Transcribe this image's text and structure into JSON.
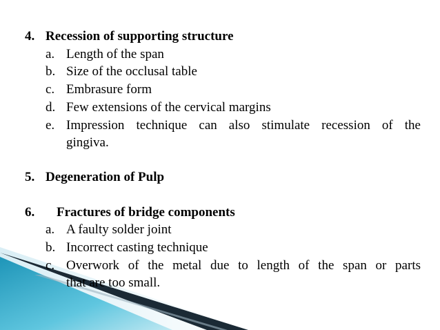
{
  "sections": [
    {
      "number": "4.",
      "heading": "Recession of supporting structure",
      "items": [
        {
          "marker": "a.",
          "text": "Length of the span"
        },
        {
          "marker": "b.",
          "text": "Size of the occlusal table"
        },
        {
          "marker": "c.",
          "text": "Embrasure form"
        },
        {
          "marker": "d.",
          "text": "Few extensions of the cervical margins"
        },
        {
          "marker": "e.",
          "text": "Impression technique can also stimulate recession of the",
          "continuation": "gingiva."
        }
      ]
    },
    {
      "number": "5.",
      "heading": "Degeneration of Pulp",
      "items": []
    },
    {
      "number": "6.",
      "heading": "Fractures of bridge components",
      "items": [
        {
          "marker": "a.",
          "text": "A faulty solder joint"
        },
        {
          "marker": "b.",
          "text": "Incorrect casting technique"
        },
        {
          "marker": "c.",
          "text": "Overwork of the metal due to length of the span or parts",
          "continuation": "that are too small."
        }
      ]
    }
  ],
  "colors": {
    "text": "#000000",
    "background": "#ffffff",
    "accent_teal": "#2aa3c4",
    "accent_dark": "#1b2a35"
  }
}
